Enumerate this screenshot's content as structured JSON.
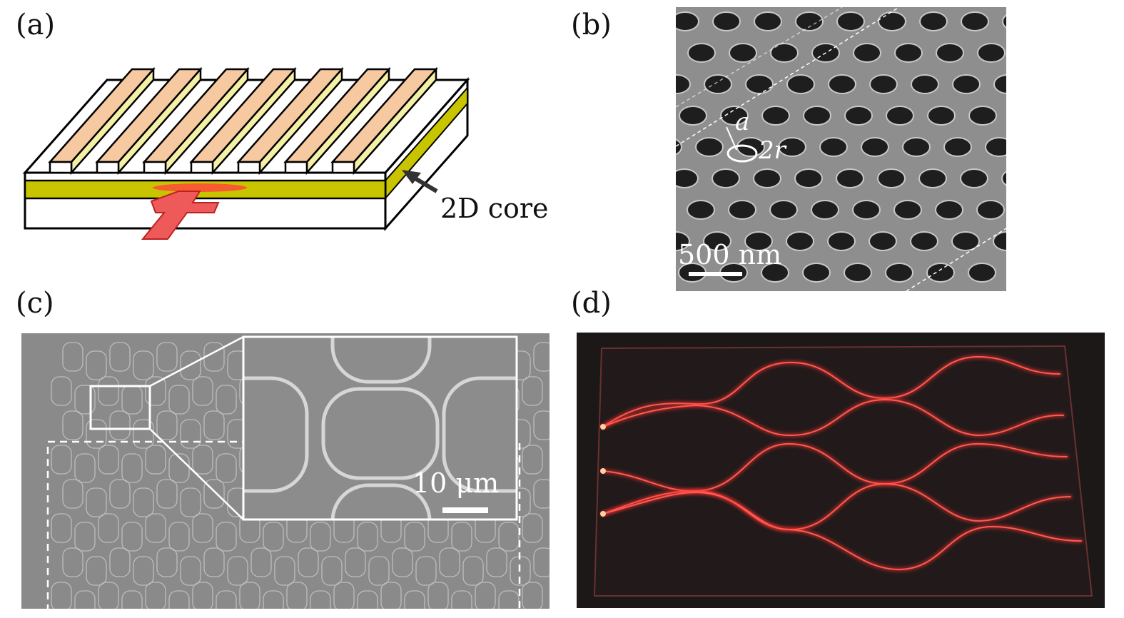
{
  "panels": {
    "a": {
      "label": "(a)",
      "core_label": "2D core"
    },
    "b": {
      "label": "(b)",
      "lattice_label": "a",
      "radius_label": "2r",
      "scale_bar": "500 nm"
    },
    "c": {
      "label": "(c)",
      "scale_bar": "10 μm"
    },
    "d": {
      "label": "(d)"
    }
  },
  "colors": {
    "ridge_top": "#f6c9a0",
    "ridge_side": "#f4f0a6",
    "core": "#c9c400",
    "arrow": "#ee5a5a",
    "sem_gray": "#8c8c8c",
    "laser_red": "#ff3030"
  }
}
